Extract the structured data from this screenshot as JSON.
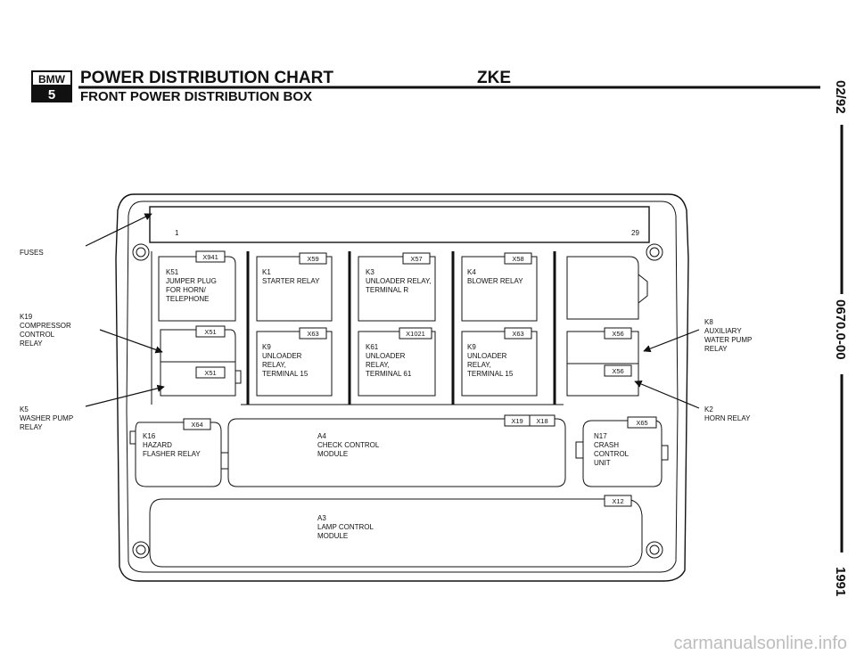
{
  "header": {
    "logo_top": "BMW",
    "logo_bottom": "5",
    "title": "POWER DISTRIBUTION CHART",
    "system": "ZKE",
    "subtitle": "FRONT POWER DISTRIBUTION BOX"
  },
  "side": {
    "date": "02/92",
    "code": "0670.0-00",
    "year": "1991"
  },
  "fuse_strip": {
    "first": "1",
    "last": "29"
  },
  "left_labels": {
    "fuses": "FUSES",
    "k19": [
      "K19",
      "COMPRESSOR",
      "CONTROL",
      "RELAY"
    ],
    "k5": [
      "K5",
      "WASHER PUMP",
      "RELAY"
    ]
  },
  "right_labels": {
    "k8": [
      "K8",
      "AUXILIARY",
      "WATER PUMP",
      "RELAY"
    ],
    "k2": [
      "K2",
      "HORN RELAY"
    ]
  },
  "relays": {
    "k51": {
      "connector": "X941",
      "lines": [
        "K51",
        "JUMPER PLUG",
        "FOR HORN/",
        "TELEPHONE"
      ]
    },
    "k19_slot": {
      "connector": "X51"
    },
    "k5_slot": {
      "connector": "X51"
    },
    "k1": {
      "connector": "X59",
      "lines": [
        "K1",
        "STARTER RELAY"
      ]
    },
    "k3": {
      "connector": "X57",
      "lines": [
        "K3",
        "UNLOADER RELAY,",
        "TERMINAL R"
      ]
    },
    "k4": {
      "connector": "X58",
      "lines": [
        "K4",
        "BLOWER RELAY"
      ]
    },
    "k9a": {
      "connector": "X63",
      "lines": [
        "K9",
        "UNLOADER",
        "RELAY,",
        "TERMINAL 15"
      ]
    },
    "k61": {
      "connector": "X1021",
      "lines": [
        "K61",
        "UNLOADER",
        "RELAY,",
        "TERMINAL 61"
      ]
    },
    "k9b": {
      "connector": "X63",
      "lines": [
        "K9",
        "UNLOADER",
        "RELAY,",
        "TERMINAL 15"
      ]
    },
    "k8_slot": {
      "connector": "X56"
    },
    "k2_slot": {
      "connector": "X56"
    }
  },
  "modules": {
    "k16": {
      "connector": "X64",
      "lines": [
        "K16",
        "HAZARD",
        "FLASHER RELAY"
      ]
    },
    "a4": {
      "connectors": [
        "X19",
        "X18"
      ],
      "lines": [
        "A4",
        "CHECK CONTROL",
        "MODULE"
      ]
    },
    "n17": {
      "connector": "X65",
      "lines": [
        "N17",
        "CRASH",
        "CONTROL",
        "UNIT"
      ]
    },
    "a3": {
      "connector": "X12",
      "lines": [
        "A3",
        "LAMP CONTROL",
        "MODULE"
      ]
    }
  },
  "watermark": "carmanualsonline.info"
}
